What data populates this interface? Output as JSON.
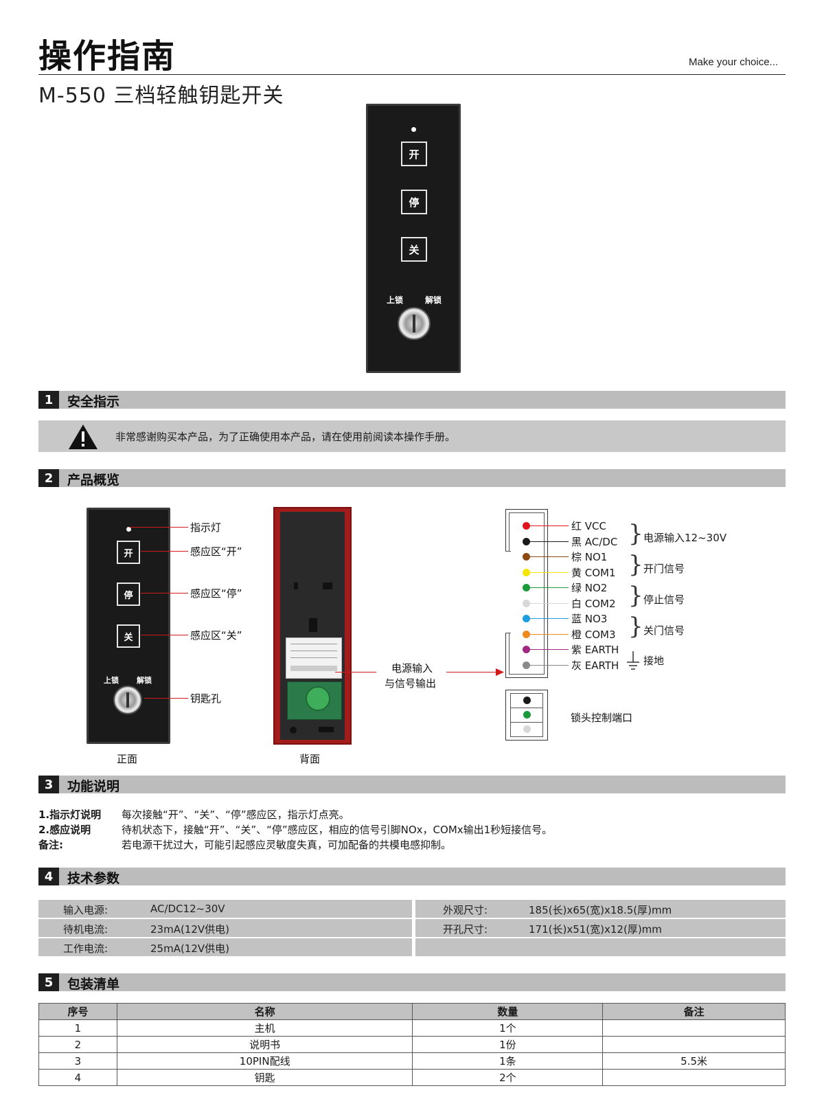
{
  "header": {
    "title": "操作指南",
    "tagline": "Make  your choice...",
    "subtitle": "M-550 三档轻触钥匙开关"
  },
  "device": {
    "btn_open": "开",
    "btn_stop": "停",
    "btn_close": "关",
    "lock_label": "上锁",
    "unlock_label": "解锁"
  },
  "sections": {
    "s1": {
      "num": "1",
      "title": "安全指示"
    },
    "s2": {
      "num": "2",
      "title": "产品概览"
    },
    "s3": {
      "num": "3",
      "title": "功能说明"
    },
    "s4": {
      "num": "4",
      "title": "技术参数"
    },
    "s5": {
      "num": "5",
      "title": "包装清单"
    }
  },
  "safety": {
    "text": "非常感谢购买本产品，为了正确使用本产品，请在使用前阅读本操作手册。"
  },
  "overview": {
    "callouts": {
      "indicator": "指示灯",
      "zone_open": "感应区“开”",
      "zone_stop": "感应区“停”",
      "zone_close": "感应区“关”",
      "keyhole": "钥匙孔"
    },
    "front_caption": "正面",
    "back_caption": "背面",
    "io_label_1": "电源输入",
    "io_label_2": "与信号输出",
    "wires": [
      {
        "label": "红 VCC",
        "color": "#e0141e"
      },
      {
        "label": "黑 AC/DC",
        "color": "#1a1a1a"
      },
      {
        "label": "棕 NO1",
        "color": "#8b4a12"
      },
      {
        "label": "黄 COM1",
        "color": "#f2e600"
      },
      {
        "label": "绿 NO2",
        "color": "#1a9a3a"
      },
      {
        "label": "白 COM2",
        "color": "#d8d8d8"
      },
      {
        "label": "蓝 NO3",
        "color": "#1e9ee0"
      },
      {
        "label": "橙 COM3",
        "color": "#f08a1e"
      },
      {
        "label": "紫 EARTH",
        "color": "#a0287e"
      },
      {
        "label": "灰 EARTH",
        "color": "#8a8a8a"
      }
    ],
    "groups": {
      "power": "电源输入12~30V",
      "open": "开门信号",
      "stop": "停止信号",
      "close": "关门信号",
      "earth": "接地"
    },
    "lock_port": {
      "label": "锁头控制端口",
      "colors": [
        "#1a1a1a",
        "#1a9a3a",
        "#d8d8d8"
      ]
    }
  },
  "functions": [
    {
      "key": "1.指示灯说明",
      "value": "每次接触“开”、“关”、“停”感应区，指示灯点亮。"
    },
    {
      "key": "2.感应说明",
      "value": "待机状态下，接触“开”、“关”、“停”感应区，相应的信号引脚NOx，COMx输出1秒短接信号。"
    },
    {
      "key": "备注:",
      "value": "若电源干扰过大，可能引起感应灵敏度失真，可加配备的共模电感抑制。"
    }
  ],
  "specs": {
    "left": [
      {
        "label": "输入电源:",
        "value": "AC/DC12~30V"
      },
      {
        "label": "待机电流:",
        "value": "23mA(12V供电)"
      },
      {
        "label": "工作电流:",
        "value": "25mA(12V供电)"
      }
    ],
    "right": [
      {
        "label": "外观尺寸:",
        "value": "185(长)x65(宽)x18.5(厚)mm"
      },
      {
        "label": "开孔尺寸:",
        "value": "171(长)x51(宽)x12(厚)mm"
      }
    ]
  },
  "packing": {
    "headers": [
      "序号",
      "名称",
      "数量",
      "备注"
    ],
    "rows": [
      [
        "1",
        "主机",
        "1个",
        ""
      ],
      [
        "2",
        "说明书",
        "1份",
        ""
      ],
      [
        "3",
        "10PIN配线",
        "1条",
        "5.5米"
      ],
      [
        "4",
        "钥匙",
        "2个",
        ""
      ]
    ]
  }
}
